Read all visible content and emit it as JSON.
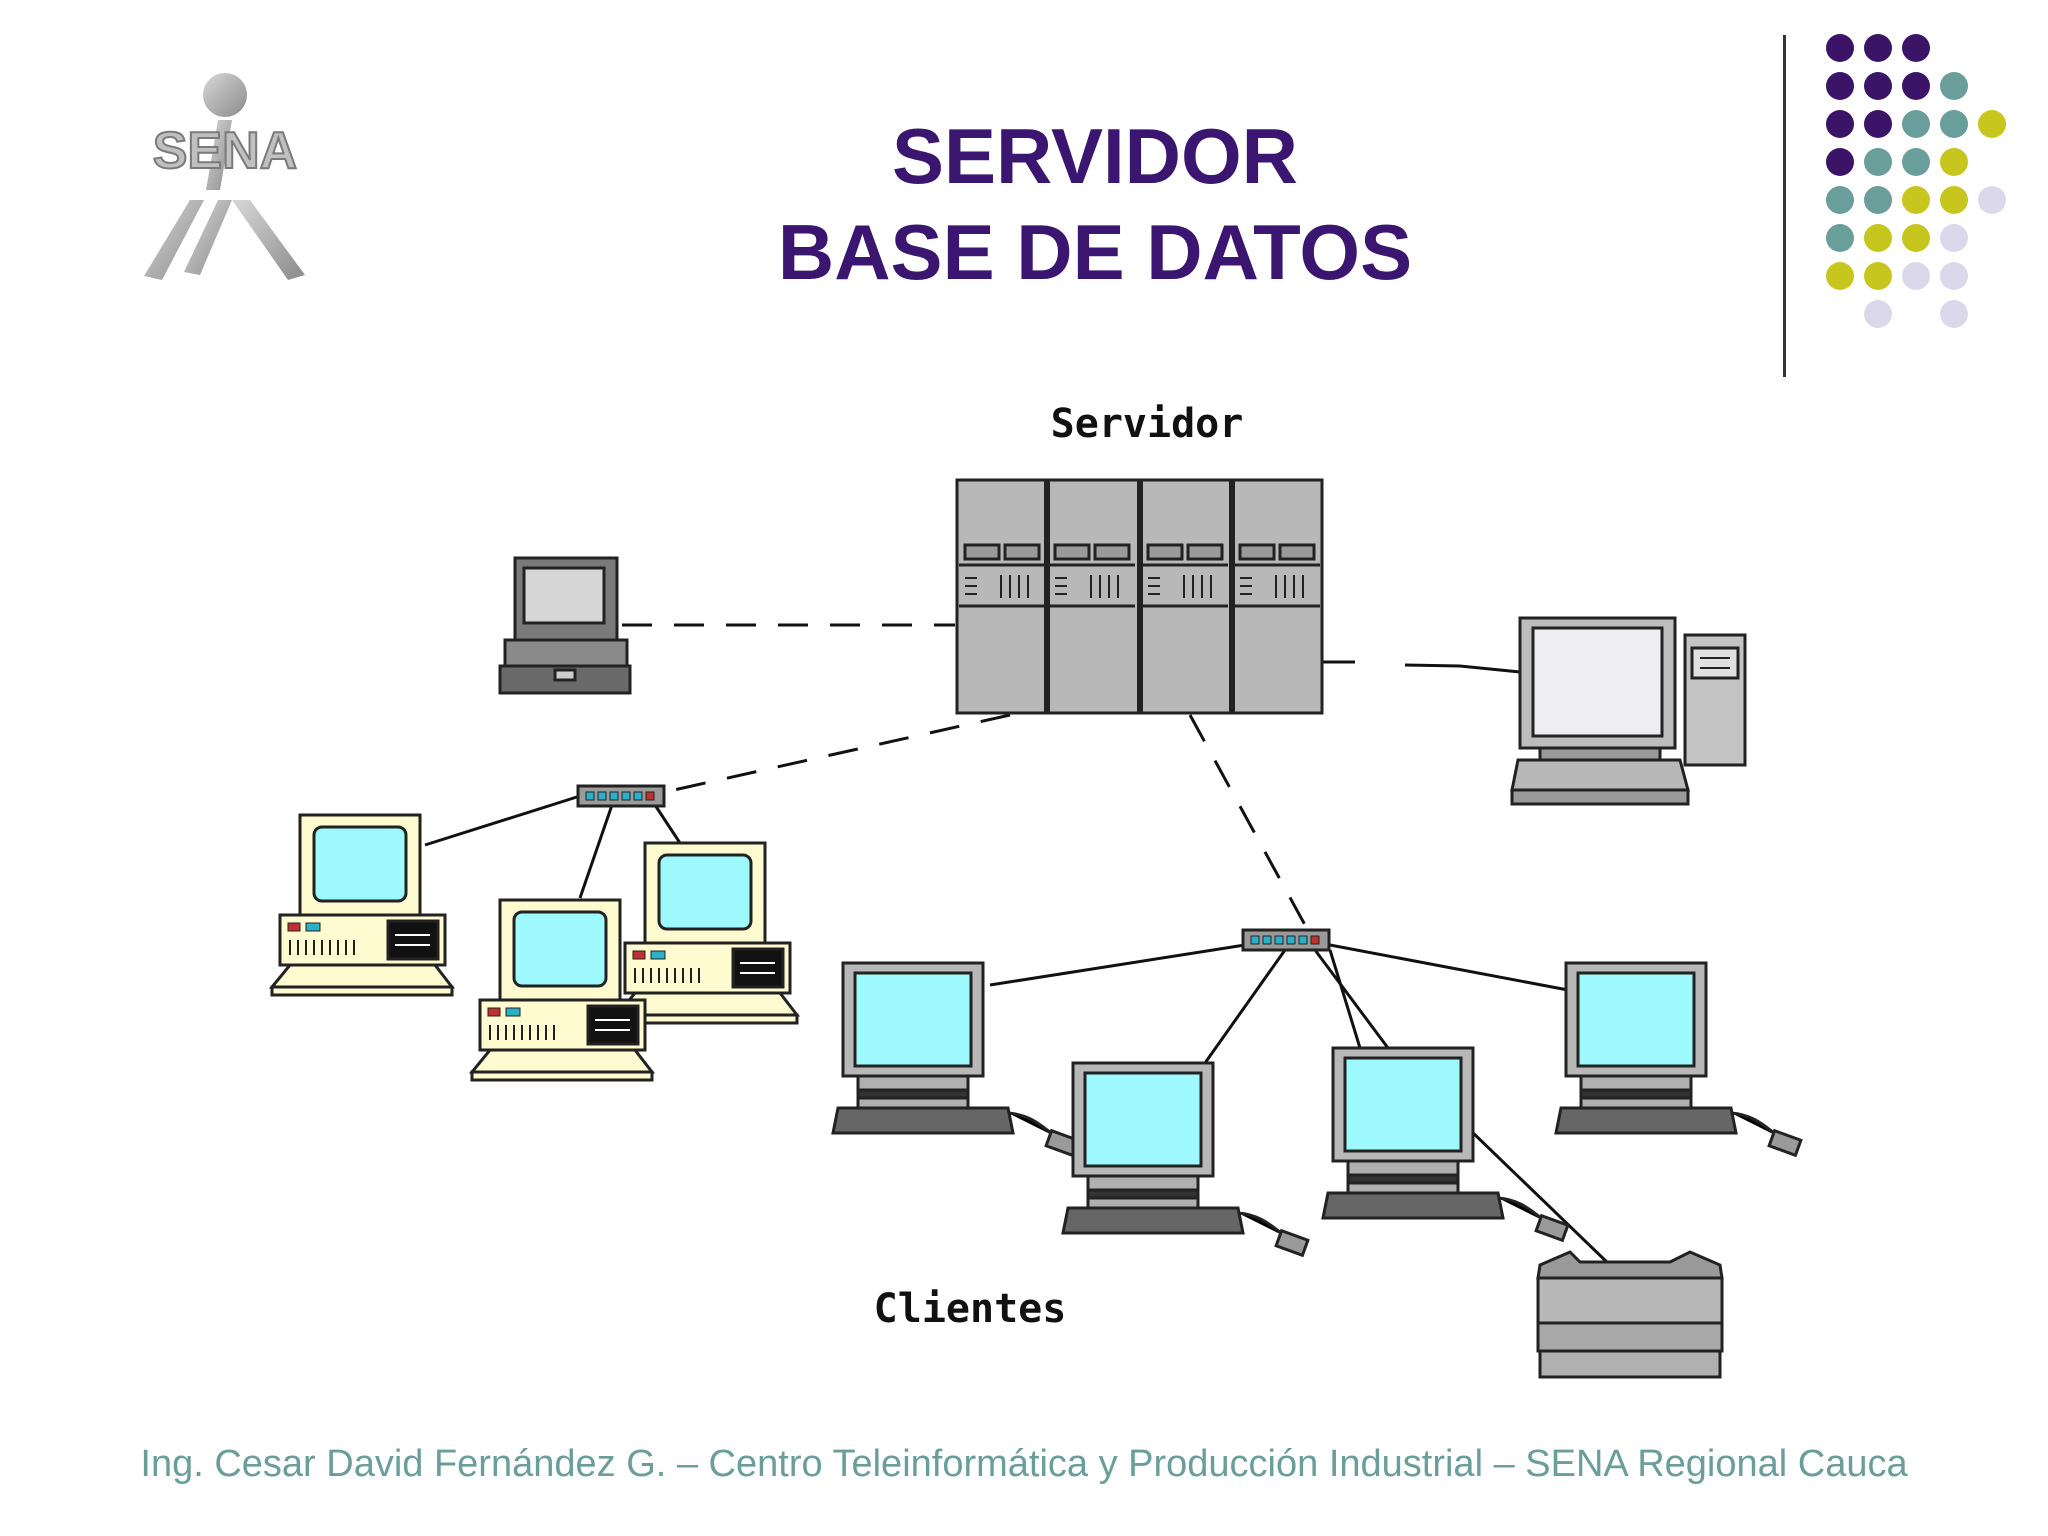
{
  "logo": {
    "text": "SENA"
  },
  "title": {
    "line1": "SERVIDOR",
    "line2": "BASE DE DATOS"
  },
  "diagram": {
    "server_label": "Servidor",
    "clients_label": "Clientes"
  },
  "footer": {
    "text": "Ing. Cesar David Fernández G. – Centro Teleinformática y Producción Industrial – SENA Regional Cauca"
  },
  "colors": {
    "title": "#3a1670",
    "footer": "#6a9e9a",
    "dot_purple": "#3b1468",
    "dot_teal": "#6a9e9a",
    "dot_yellow": "#c7c61f",
    "dot_lavender": "#dcd8ec"
  }
}
